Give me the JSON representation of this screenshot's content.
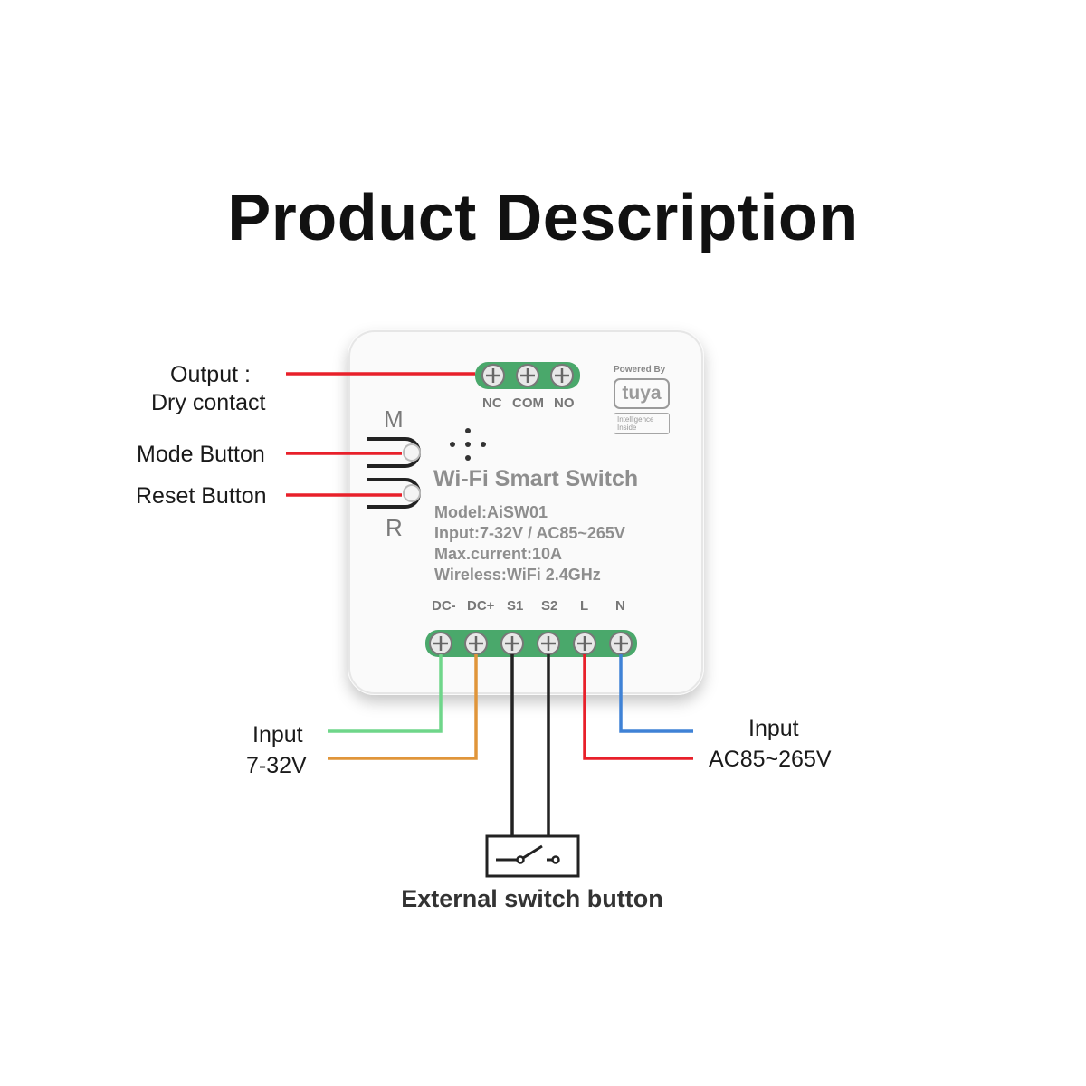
{
  "title": "Product Description",
  "labels": {
    "output_line1": "Output :",
    "output_line2": "Dry contact",
    "mode_button": "Mode Button",
    "reset_button": "Reset Button",
    "input_dc_line1": "Input",
    "input_dc_line2": "7-32V",
    "input_ac_line1": "Input",
    "input_ac_line2": "AC85~265V",
    "external_switch": "External switch button"
  },
  "device": {
    "name": "Wi-Fi Smart Switch",
    "model": "Model:AiSW01",
    "input": "Input:7-32V / AC85~265V",
    "max_current": "Max.current:10A",
    "wireless": "Wireless:WiFi 2.4GHz",
    "button_m": "M",
    "button_r": "R",
    "powered_by": "Powered By",
    "brand": "tuya",
    "intelligence_line1": "Intelligence",
    "intelligence_line2": "Inside",
    "top_terminals": [
      "NC",
      "COM",
      "NO"
    ],
    "bottom_terminals": [
      "DC-",
      "DC+",
      "S1",
      "S2",
      "L",
      "N"
    ]
  },
  "colors": {
    "red_wire": "#e8202a",
    "green_wire": "#6fd68a",
    "orange_wire": "#e0953a",
    "blue_wire": "#3f82d6",
    "black_wire": "#222222",
    "terminal_green": "#4aa86b",
    "device_body": "#fafafa"
  }
}
